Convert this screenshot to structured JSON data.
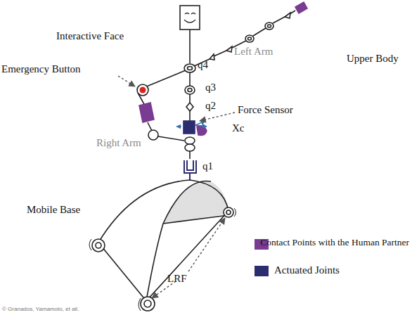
{
  "diagram": {
    "labels": [
      "Interactive Face",
      "Left Arm",
      "Upper Body",
      "Emergency Button",
      "q4",
      "q3",
      "q2",
      "Force Sensor",
      "Xc",
      "Right Arm",
      "q1",
      "Mobile Base",
      "LRF",
      "© Granados, Yamamoto, et all."
    ],
    "legend": [
      {
        "text": "Contact Points with the Human Partner",
        "color": "#7a3b93"
      },
      {
        "text": "Actuated Joints",
        "color": "#2b2d6e"
      }
    ]
  }
}
